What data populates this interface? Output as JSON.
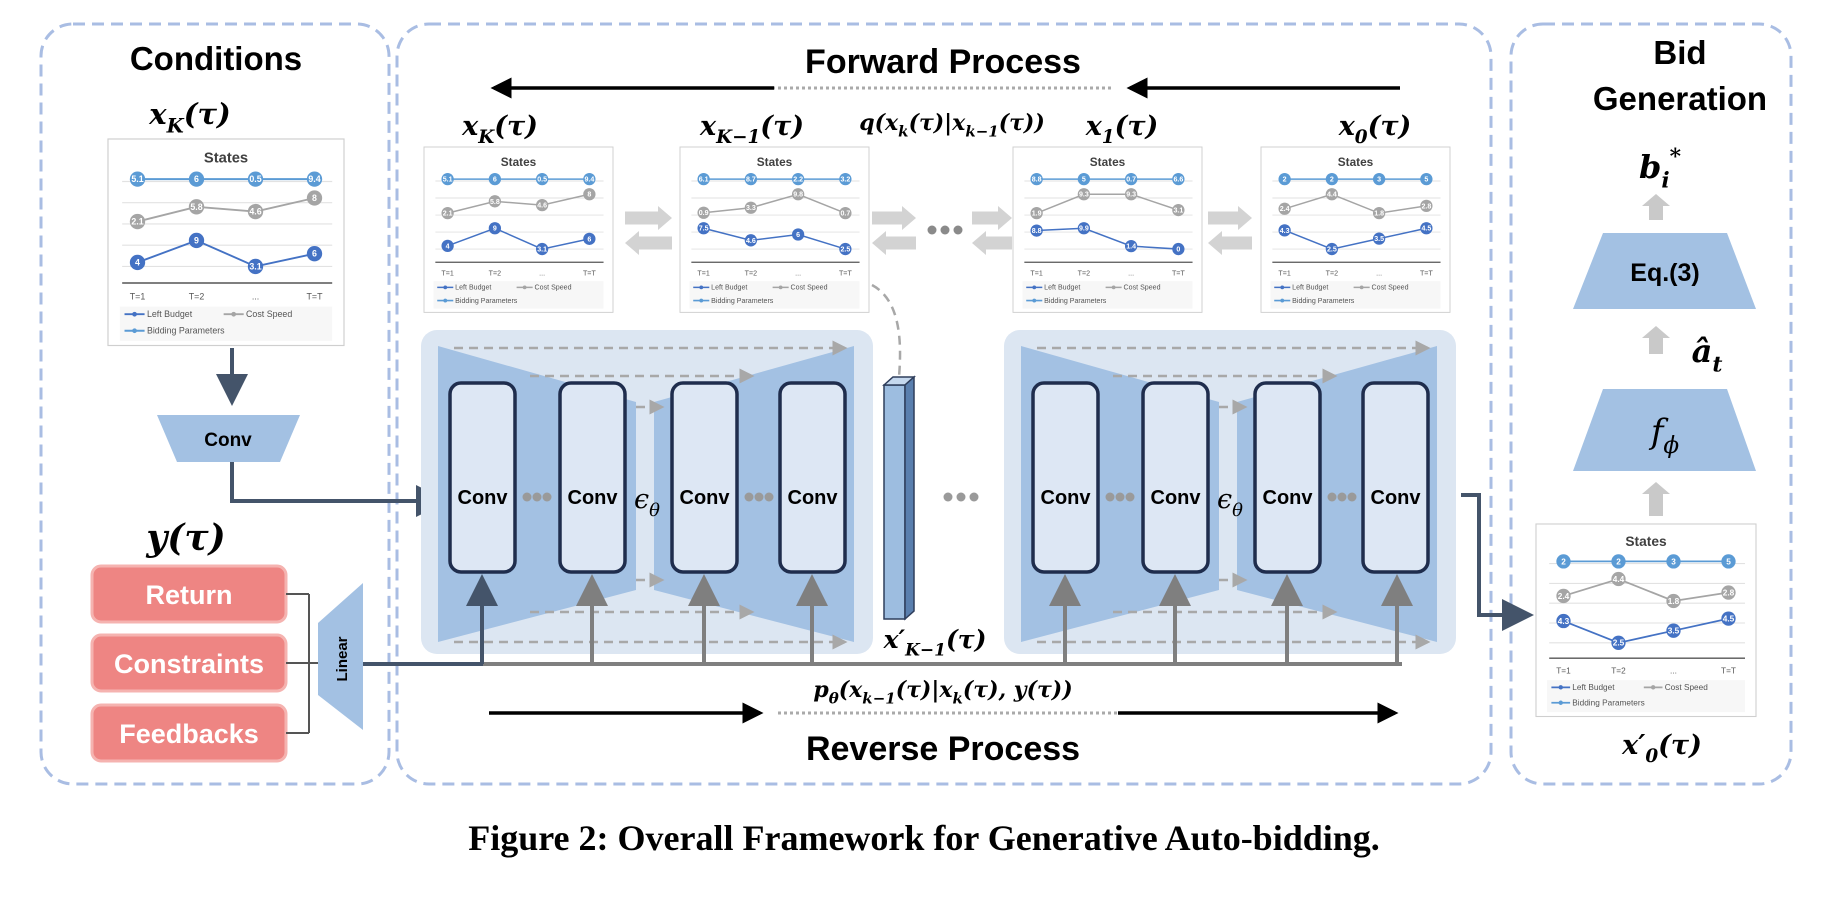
{
  "conditions": {
    "title": "Conditions",
    "xk_label": [
      [
        "x",
        ""
      ],
      [
        "K",
        "sub"
      ],
      [
        "(τ)",
        ""
      ]
    ],
    "conv_label": "Conv",
    "y_label": [
      [
        "y(τ)",
        ""
      ]
    ],
    "inputs": [
      "Return",
      "Constraints",
      "Feedbacks"
    ],
    "linear_label": "Linear"
  },
  "forward": {
    "title": "Forward Process",
    "labels": {
      "xK": [
        [
          "x",
          ""
        ],
        [
          "K",
          "sub"
        ],
        [
          "(τ)",
          ""
        ]
      ],
      "xK1": [
        [
          "x",
          ""
        ],
        [
          "K−1",
          "sub"
        ],
        [
          "(τ)",
          ""
        ]
      ],
      "q": [
        [
          "q(x",
          ""
        ],
        [
          "k",
          "sub"
        ],
        [
          "(τ)|x",
          ""
        ],
        [
          "k−1",
          "sub"
        ],
        [
          "(τ))",
          ""
        ]
      ],
      "x1": [
        [
          "x",
          ""
        ],
        [
          "1",
          "sub"
        ],
        [
          "(τ)",
          ""
        ]
      ],
      "x0": [
        [
          "x",
          ""
        ],
        [
          "0",
          "sub"
        ],
        [
          "(τ)",
          ""
        ]
      ]
    }
  },
  "reverse": {
    "title": "Reverse Process",
    "p": [
      [
        "p",
        ""
      ],
      [
        "θ",
        "sub"
      ],
      [
        "(x",
        ""
      ],
      [
        "k−1",
        "sub"
      ],
      [
        "(τ)|x",
        ""
      ],
      [
        "k",
        "sub"
      ],
      [
        "(τ), y(τ))",
        ""
      ]
    ],
    "x_prime_label": [
      [
        "x′",
        ""
      ],
      [
        "K−1",
        "sub"
      ],
      [
        "(τ)",
        ""
      ]
    ]
  },
  "unet": {
    "conv_label": "Conv",
    "eps": [
      [
        "ϵ",
        ""
      ],
      [
        "θ",
        "sub"
      ]
    ]
  },
  "bid_generation": {
    "title_line1": "Bid",
    "title_line2": "Generation",
    "b": [
      [
        "b",
        ""
      ],
      [
        "i",
        "sub"
      ],
      [
        "*",
        "sup"
      ]
    ],
    "eq_label": "Eq.(3)",
    "a_hat": [
      [
        "â",
        ""
      ],
      [
        "t",
        "sub"
      ]
    ],
    "f_phi": [
      [
        "f",
        ""
      ],
      [
        "ϕ",
        "sub"
      ]
    ],
    "x0_prime": [
      [
        "x′",
        ""
      ],
      [
        "0",
        "sub"
      ],
      [
        "(τ)",
        ""
      ]
    ]
  },
  "caption": "Figure 2: Overall Framework for Generative Auto-bidding.",
  "colors": {
    "left_budget": "#4472c4",
    "cost_speed": "#a5a5a5",
    "bidding_parameters": "#5b9bd5",
    "input_boxes": "#ee8583",
    "blocks": "#a3c1e3",
    "panel_border": "#a9bde3"
  },
  "state_charts": [
    {
      "id": "conditions-xK",
      "title": "States",
      "x": [
        "T=1",
        "T=2",
        "...",
        "T=T"
      ],
      "legend": [
        "Left Budget",
        "Cost Speed",
        "Bidding Parameters"
      ],
      "left_budget": [
        4,
        9,
        3.1,
        6
      ],
      "cost_speed": [
        2.1,
        5.8,
        4.6,
        8
      ],
      "bidding_parameters": [
        5.1,
        6,
        0.5,
        9.4
      ]
    },
    {
      "id": "forward-xK",
      "title": "States",
      "x": [
        "T=1",
        "T=2",
        "...",
        "T=T"
      ],
      "legend": [
        "Left Budget",
        "Cost Speed",
        "Bidding Parameters"
      ],
      "left_budget": [
        4,
        9,
        3.1,
        6
      ],
      "cost_speed": [
        2.1,
        5.8,
        4.6,
        8
      ],
      "bidding_parameters": [
        5.1,
        6,
        0.5,
        9.4
      ]
    },
    {
      "id": "forward-xK-1",
      "title": "States",
      "x": [
        "T=1",
        "T=2",
        "...",
        "T=T"
      ],
      "legend": [
        "Left Budget",
        "Cost Speed",
        "Bidding Parameters"
      ],
      "left_budget": [
        7.5,
        4.6,
        6,
        2.5
      ],
      "cost_speed": [
        0.9,
        3.3,
        9.8,
        0.7
      ],
      "bidding_parameters": [
        6.1,
        8.7,
        2.2,
        3.2
      ]
    },
    {
      "id": "forward-x1",
      "title": "States",
      "x": [
        "T=1",
        "T=2",
        "...",
        "T=T"
      ],
      "legend": [
        "Left Budget",
        "Cost Speed",
        "Bidding Parameters"
      ],
      "left_budget": [
        8.8,
        9.9,
        1.4,
        0
      ],
      "cost_speed": [
        1.9,
        9.3,
        9.3,
        3.1
      ],
      "bidding_parameters": [
        8.8,
        5,
        0.7,
        6.6
      ]
    },
    {
      "id": "forward-x0",
      "title": "States",
      "x": [
        "T=1",
        "T=2",
        "...",
        "T=T"
      ],
      "legend": [
        "Left Budget",
        "Cost Speed",
        "Bidding Parameters"
      ],
      "left_budget": [
        4.3,
        2.5,
        3.5,
        4.5
      ],
      "cost_speed": [
        2.4,
        4.4,
        1.8,
        2.8
      ],
      "bidding_parameters": [
        2,
        2,
        3,
        5
      ]
    },
    {
      "id": "bid-x0-prime",
      "title": "States",
      "x": [
        "T=1",
        "T=2",
        "...",
        "T=T"
      ],
      "legend": [
        "Left Budget",
        "Cost Speed",
        "Bidding Parameters"
      ],
      "left_budget": [
        4.3,
        2.5,
        3.5,
        4.5
      ],
      "cost_speed": [
        2.4,
        4.4,
        1.8,
        2.8
      ],
      "bidding_parameters": [
        2,
        2,
        3,
        5
      ]
    }
  ]
}
